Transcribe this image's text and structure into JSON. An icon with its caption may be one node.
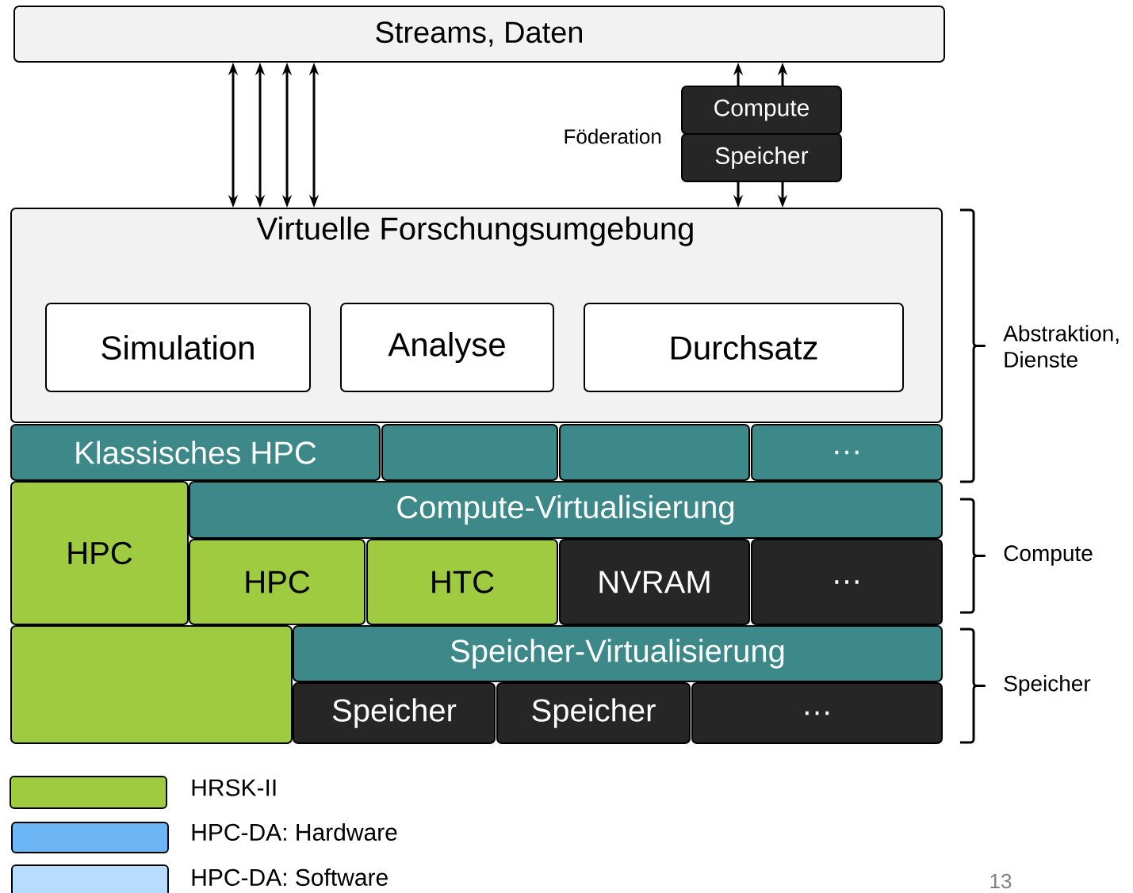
{
  "diagram": {
    "nodes": [
      {
        "text": [
          "Streams, Daten"
        ]
      },
      {
        "text": [
          "Compute"
        ]
      },
      {
        "text": [
          "Speicher"
        ]
      },
      {
        "text": [
          "Virtuelle Forschungsumgebung"
        ]
      },
      {
        "text": [
          "Simulation"
        ],
        "in": 3
      },
      {
        "text": [
          "Analyse"
        ],
        "in": 3
      },
      {
        "text": [
          "Durchsatz"
        ],
        "in": 3
      },
      {
        "text": [
          "Klassisches HPC"
        ]
      },
      {
        "text": [],
        "shape": "box"
      },
      {
        "text": [],
        "shape": "box"
      },
      {
        "text": [
          "…"
        ]
      },
      {
        "text": [
          "HPC"
        ]
      },
      {
        "text": [
          "Compute-Virtualisierung"
        ]
      },
      {
        "text": [
          "HPC"
        ]
      },
      {
        "text": [
          "HTC"
        ]
      },
      {
        "text": [
          "NVRAM"
        ]
      },
      {
        "text": [
          "…"
        ]
      },
      {
        "text": [],
        "shape": "box"
      },
      {
        "text": [
          "Speicher-Virtualisierung"
        ]
      },
      {
        "text": [
          "Speicher"
        ]
      },
      {
        "text": [
          "Speicher"
        ]
      },
      {
        "text": [
          "…"
        ]
      }
    ],
    "edges": [
      {
        "from": 3,
        "to": 0,
        "arrow": "both"
      },
      {
        "from": 3,
        "to": 0,
        "arrow": "both"
      },
      {
        "from": 3,
        "to": 0,
        "arrow": "both"
      },
      {
        "from": 3,
        "to": 0,
        "arrow": "both"
      },
      {
        "from": 1,
        "to": 0,
        "arrow": "to"
      },
      {
        "from": 1,
        "to": 0,
        "arrow": "to"
      },
      {
        "from": 2,
        "to": 3,
        "arrow": "to"
      },
      {
        "from": 2,
        "to": 3,
        "arrow": "to"
      }
    ],
    "labels": [
      "Föderation",
      "Abstraktion, Dienste",
      "Compute",
      "Speicher",
      "13"
    ],
    "legend": [
      {
        "text": "HRSK-II",
        "color": "#9ecb3f"
      },
      {
        "text": "HPC-DA: Hardware",
        "color": "#6cb6f5"
      },
      {
        "text": "HPC-DA: Software",
        "color": "#b8dcfb"
      }
    ]
  }
}
